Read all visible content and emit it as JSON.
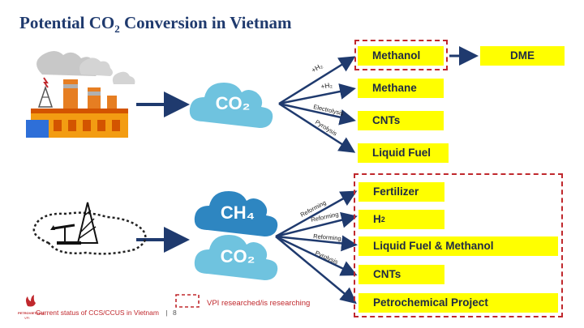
{
  "title": {
    "prefix": "Potential CO",
    "sub": "2",
    "suffix": " Conversion in Vietnam"
  },
  "top_section": {
    "cloud_label": "CO₂",
    "arrow_labels": [
      "+H₂",
      "+H₂",
      "Electrolysis",
      "Pyrolysis"
    ],
    "products": [
      "Methanol",
      "Methane",
      "CNTs",
      "Liquid Fuel"
    ],
    "downstream_product": "DME"
  },
  "bottom_section": {
    "cloud_labels": [
      "CH₄",
      "CO₂"
    ],
    "arrow_labels": [
      "Reforming",
      "Reforming",
      "Reforming",
      "Pyrolysis"
    ],
    "products": [
      "Fertilizer",
      "H₂",
      "Liquid Fuel & Methanol",
      "CNTs",
      "Petrochemical Project"
    ]
  },
  "legend": {
    "text": "VPI researched/is researching"
  },
  "footer": {
    "logo_text": "PETROVIETNAM",
    "logo_sub": "VPI",
    "text": "Current status of CCS/CCUS in Vietnam",
    "separator": "|",
    "page": "8"
  },
  "colors": {
    "title": "#1f3a6e",
    "box_fill": "#ffff00",
    "dashed_border": "#c0282d",
    "arrow": "#1f3a6e",
    "cloud": "#6fc3df"
  }
}
